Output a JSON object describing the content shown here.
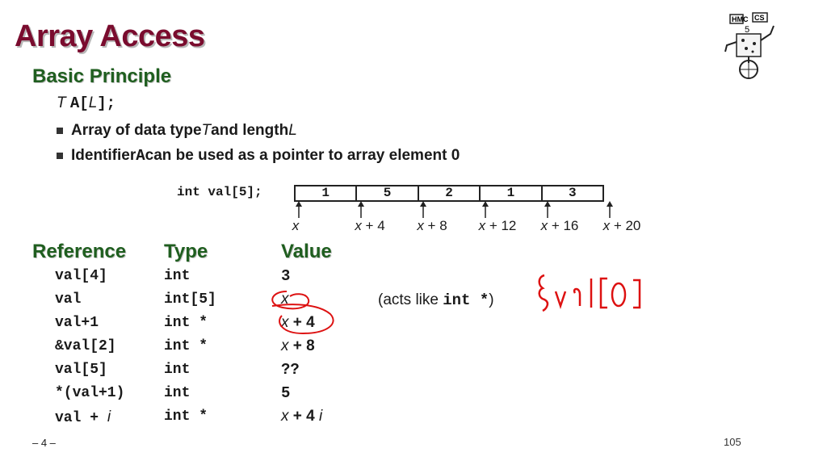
{
  "title": "Array Access",
  "subtitle": "Basic Principle",
  "declaration": {
    "type": "T",
    "name": "A[",
    "len": "L",
    "end": "];"
  },
  "bullets": [
    {
      "pre": "Array of data type ",
      "t": "T",
      "mid": " and length ",
      "l": "L"
    },
    {
      "pre": "Identifier ",
      "code": "A",
      "post": " can be used as a pointer to array element 0"
    }
  ],
  "array": {
    "label": "int val[5];",
    "values": [
      "1",
      "5",
      "2",
      "1",
      "3"
    ],
    "addresses": [
      {
        "x": "x",
        "rest": ""
      },
      {
        "x": "x",
        "rest": " + 4"
      },
      {
        "x": "x",
        "rest": " + 8"
      },
      {
        "x": "x",
        "rest": " + 12"
      },
      {
        "x": "x",
        "rest": " + 16"
      },
      {
        "x": "x",
        "rest": " + 20"
      }
    ]
  },
  "table": {
    "headers": {
      "reference": "Reference",
      "type": "Type",
      "value": "Value"
    },
    "rows": [
      {
        "ref": "val[4]",
        "refit": "",
        "type": "int",
        "val": "3",
        "valx": "",
        "valit": ""
      },
      {
        "ref": "val",
        "refit": "",
        "type": "int[5]",
        "val": "",
        "valx": "x",
        "valit": ""
      },
      {
        "ref": "val+1",
        "refit": "",
        "type": "int *",
        "val": " + 4",
        "valx": "x",
        "valit": ""
      },
      {
        "ref": "&val[2]",
        "refit": "",
        "type": "int *",
        "val": " + 8",
        "valx": "x",
        "valit": ""
      },
      {
        "ref": "val[5]",
        "refit": "",
        "type": "int",
        "val": "??",
        "valx": "",
        "valit": ""
      },
      {
        "ref": "*(val+1)",
        "refit": "",
        "type": "int",
        "val": "5",
        "valx": "",
        "valit": ""
      },
      {
        "ref": "val + ",
        "refit": "i",
        "type": "int *",
        "val": " + 4",
        "valx": "x",
        "valit": " i"
      }
    ],
    "note": {
      "pre": "(acts like ",
      "code": "int *",
      "post": ")"
    }
  },
  "handwriting": "&val[0]",
  "logo_text": "HMC CS",
  "footer": {
    "left": "– 4 –",
    "page": "105"
  }
}
